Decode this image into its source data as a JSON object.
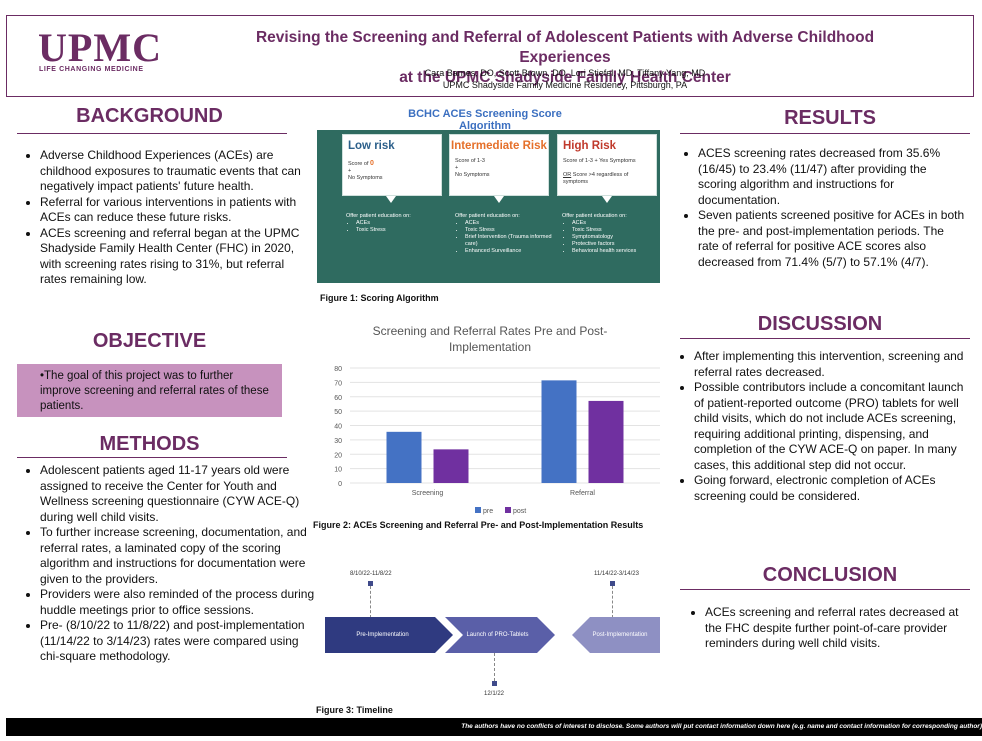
{
  "header": {
    "logo": "UPMC",
    "logo_tagline": "LIFE CHANGING MEDICINE",
    "title_line1": "Revising the Screening and Referral of Adolescent Patients with Adverse Childhood Experiences",
    "title_line2": "at the UPMC Shadyside Family Health Center",
    "authors": "Cara Barnes, DO, Scott Brown, DO, Lori Stiefel, MD, Tiffany Yang, MD",
    "affiliation": "UPMC Shadyside Family Medicine Residency, Pittsburgh, PA"
  },
  "background": {
    "heading": "BACKGROUND",
    "bullets": [
      "Adverse Childhood Experiences (ACEs) are childhood exposures to  traumatic events that can negatively impact patients' future health.",
      "Referral for various interventions in patients with ACEs can reduce these future risks.",
      " ACEs screening and referral began at the UPMC Shadyside Family Health Center (FHC) in 2020, with screening rates rising to 31%, but referral rates remaining low."
    ]
  },
  "objective": {
    "heading": "OBJECTIVE",
    "text": "The goal of this project was to further improve screening and referral rates of these patients."
  },
  "methods": {
    "heading": "METHODS",
    "bullets": [
      "Adolescent patients aged 11-17 years old were assigned to receive the Center for Youth and Wellness screening questionnaire (CYW ACE-Q) during well child visits.",
      "To further increase screening, documentation, and referral rates, a laminated copy of the scoring algorithm and instructions for documentation were given to the providers.",
      "Providers were also reminded of the process during huddle meetings prior to office sessions.",
      "Pre- (8/10/22 to 11/8/22) and post-implementation (11/14/22 to 3/14/23) rates were compared using chi-square methodology."
    ]
  },
  "algorithm": {
    "title": "BCHC ACEs Screening Score Algorithm",
    "low": {
      "heading": "Low risk",
      "score_prefix": "Score of ",
      "score": "0",
      "plus": "+",
      "symptoms": "No Symptoms",
      "offer": "Offer patient education on:",
      "items": [
        "ACEs",
        "Toxic Stress"
      ]
    },
    "intermediate": {
      "heading": "Intermediate Risk",
      "score": "Score of 1-3",
      "plus": "+",
      "symptoms": "No Symptoms",
      "offer": "Offer patient education on:",
      "items": [
        "ACEs",
        "Toxic Stress",
        "Brief Intervention (Trauma informed care)",
        "Enhanced Surveillance"
      ]
    },
    "high": {
      "heading": "High Risk",
      "score": "Score of 1-3 + Yes Symptoms",
      "or": "OR",
      "score2": " Score >4",
      "regardless": " regardless of symptoms",
      "offer": "Offer patient education on:",
      "items": [
        "ACEs",
        "Toxic Stress",
        "Symptomatology",
        "Protective factors",
        "Behavioral health services"
      ]
    },
    "caption": "Figure 1: Scoring Algorithm",
    "colors": {
      "low": "#2b5f8a",
      "intermediate": "#e5702a",
      "high": "#c0392b",
      "background": "#2f6b60"
    }
  },
  "chart_data": {
    "type": "bar",
    "title": "Screening and Referral Rates Pre and Post-Implementation",
    "categories": [
      "Screening",
      "Referral"
    ],
    "series": [
      {
        "name": "pre",
        "values": [
          35.6,
          71.4
        ],
        "color": "#4472c4"
      },
      {
        "name": "post",
        "values": [
          23.4,
          57.1
        ],
        "color": "#7030a0"
      }
    ],
    "yticks": [
      0,
      10,
      20,
      30,
      40,
      50,
      60,
      70,
      80
    ],
    "ylim": [
      0,
      80
    ],
    "grid": true,
    "legend": "bottom",
    "caption": "Figure 2: ACEs Screening and Referral Pre- and Post-Implementation Results"
  },
  "timeline": {
    "pre_label": "Pre-Implementation",
    "launch_label": "Launch of PRO-Tablets",
    "post_label": "Post-Implementation",
    "date_pre": "8/10/22-11/8/22",
    "date_post": "11/14/22-3/14/23",
    "date_launch": "12/1/22",
    "caption": "Figure 3:  Timeline"
  },
  "results": {
    "heading": "RESULTS",
    "bullets": [
      "ACES screening rates decreased from 35.6% (16/45) to 23.4% (11/47) after providing the scoring algorithm and instructions for documentation.",
      "Seven patients screened positive for ACEs in both the pre- and post-implementation periods. The rate of referral for positive ACE scores also decreased from 71.4% (5/7) to 57.1% (4/7)."
    ]
  },
  "discussion": {
    "heading": "DISCUSSION",
    "bullets": [
      "After implementing this intervention, screening and referral rates decreased.",
      "Possible contributors include a concomitant launch of patient-reported outcome (PRO) tablets for well child visits, which do not include ACEs screening, requiring additional printing, dispensing, and completion of the CYW ACE-Q on paper. In many cases, this additional step did not occur.",
      " Going forward, electronic completion of ACEs screening could be considered."
    ]
  },
  "conclusion": {
    "heading": "CONCLUSION",
    "bullets": [
      "ACEs screening and referral rates decreased at the FHC despite further point-of-care provider reminders during well child visits."
    ]
  },
  "footer": "The authors have no conflicts of interest to disclose. Some authors will put contact information down here (e.g. name and contact information for corresponding author)"
}
